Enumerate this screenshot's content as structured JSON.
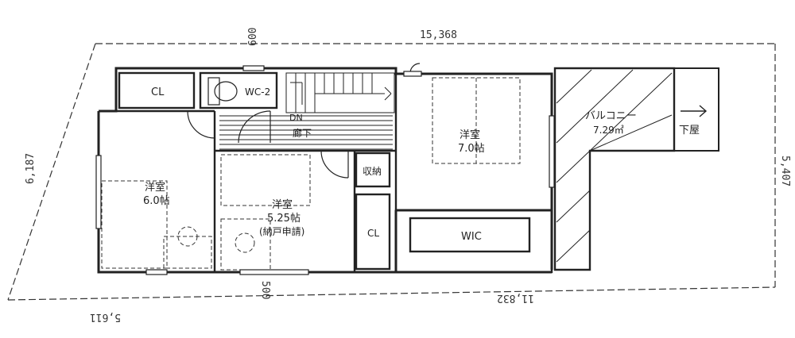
{
  "dimensions": {
    "top": "15,368",
    "left": "6,187",
    "right": "5,407",
    "bottom_right": "11,832",
    "bottom_left": "5,611",
    "offset_top": "600",
    "offset_bottom": "500"
  },
  "rooms": {
    "cl_top": "CL",
    "wc": "WC-2",
    "dn": "DN",
    "corridor": "廊下",
    "western_6_name": "洋室",
    "western_6_size": "6.0帖",
    "western_525_name": "洋室",
    "western_525_size": "5.25帖",
    "western_525_note": "(納戸申請)",
    "storage": "収納",
    "cl_mid": "CL",
    "western_7_name": "洋室",
    "western_7_size": "7.0帖",
    "wic": "WIC",
    "balcony_name": "バルコニー",
    "balcony_size": "7.29㎡",
    "lower_roof": "下屋"
  },
  "colors": {
    "wall": "#222222",
    "dashed": "#333333",
    "window": "#888888"
  }
}
